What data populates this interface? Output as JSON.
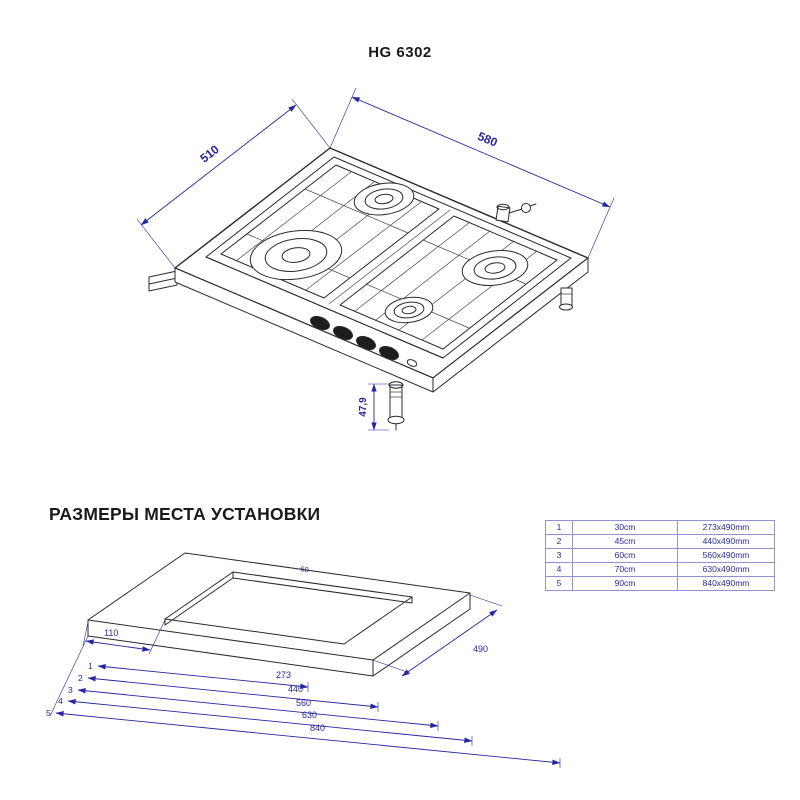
{
  "title": "HG 6302",
  "hob": {
    "width_label": "510",
    "depth_label": "580",
    "height_label": "47,9"
  },
  "installation": {
    "heading": "РАЗМЕРЫ МЕСТА УСТАНОВКИ",
    "table": {
      "rows": [
        {
          "num": "1",
          "size": "30cm",
          "dims": "273x490mm"
        },
        {
          "num": "2",
          "size": "45cm",
          "dims": "440x490mm"
        },
        {
          "num": "3",
          "size": "60cm",
          "dims": "560x490mm"
        },
        {
          "num": "4",
          "size": "70cm",
          "dims": "630x490mm"
        },
        {
          "num": "5",
          "size": "90cm",
          "dims": "840x490mm"
        }
      ]
    },
    "cutout": {
      "offset_label": "110",
      "depth_label": "490",
      "surface_label": "60",
      "width_labels": [
        "273",
        "440",
        "560",
        "630",
        "840"
      ],
      "row_numbers": [
        "1",
        "2",
        "3",
        "4",
        "5"
      ]
    }
  },
  "colors": {
    "dimension": "#2727a3",
    "line": "#2b2b2b"
  }
}
